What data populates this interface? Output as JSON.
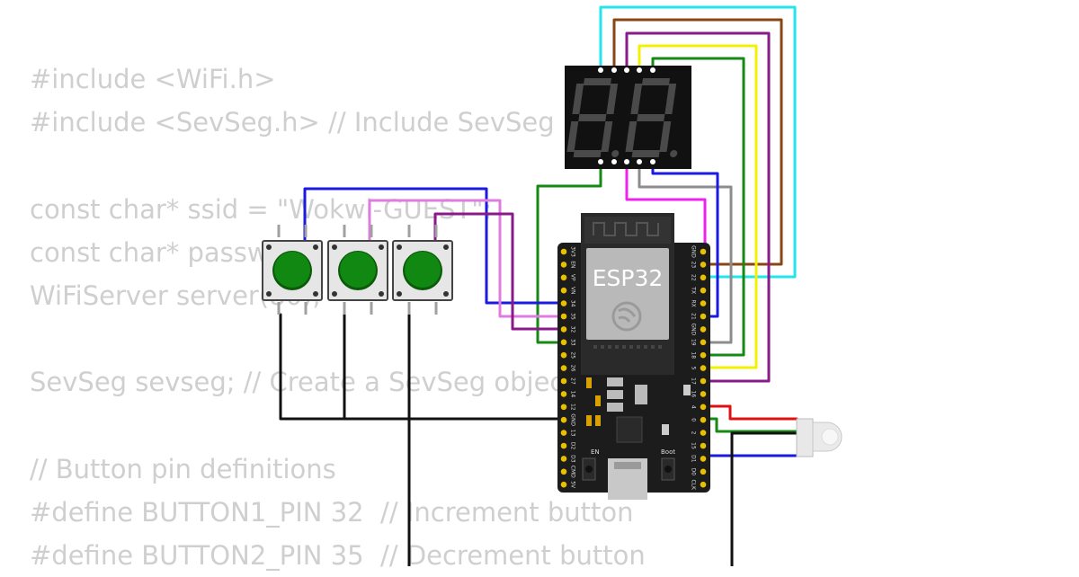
{
  "code_lines": [
    "#include <WiFi.h>",
    "#include <SevSeg.h> // Include SevSeg li",
    "",
    "const char* ssid = \"Wokwi-GUEST\";",
    "const char* passw",
    "WiFiServer server(80);",
    "",
    "SevSeg sevseg; // Create a SevSeg objec",
    "",
    "// Button pin definitions",
    "#define BUTTON1_PIN 32  // Increment button",
    "#define BUTTON2_PIN 35  // Decrement button"
  ],
  "board": {
    "label": "ESP32",
    "en_label": "EN",
    "boot_label": "Boot",
    "left_pins": [
      "3V3",
      "EN",
      "VP",
      "VN",
      "34",
      "35",
      "32",
      "33",
      "25",
      "26",
      "27",
      "14",
      "12",
      "GND",
      "13",
      "D2",
      "D3",
      "CMD",
      "5V"
    ],
    "right_pins": [
      "GND",
      "23",
      "22",
      "TX",
      "RX",
      "21",
      "GND",
      "19",
      "18",
      "5",
      "17",
      "16",
      "4",
      "0",
      "2",
      "15",
      "D1",
      "D0",
      "CLK"
    ]
  },
  "colors": {
    "wire_cyan": "#22e6ee",
    "wire_brown": "#8b4513",
    "wire_purple": "#8a1a8a",
    "wire_yellow": "#f2f200",
    "wire_green": "#148a14",
    "wire_blue": "#1a1ae0",
    "wire_magenta": "#ee22ee",
    "wire_gray": "#8c8c8c",
    "wire_violet": "#e07be0",
    "wire_red": "#e01010",
    "wire_black": "#111111",
    "board": "#1c1c1c",
    "segment_off": "#4a4a4a",
    "button_cap": "#118811"
  }
}
